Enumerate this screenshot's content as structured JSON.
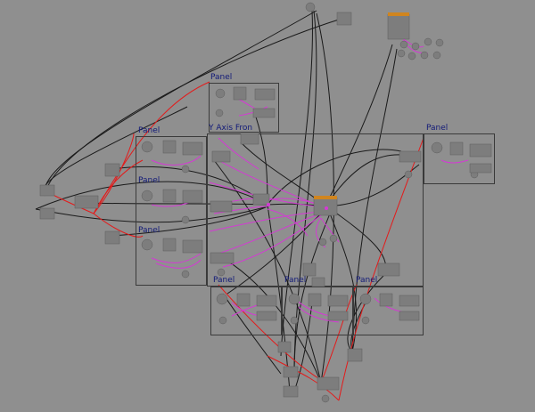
{
  "panels": [
    {
      "id": "panel-top",
      "label": "Panel"
    },
    {
      "id": "panel-left-1",
      "label": "Panel"
    },
    {
      "id": "panel-left-2",
      "label": "Panel"
    },
    {
      "id": "panel-left-3",
      "label": "Panel"
    },
    {
      "id": "panel-right",
      "label": "Panel"
    },
    {
      "id": "panel-bottom-1",
      "label": "Panel"
    },
    {
      "id": "panel-bottom-2",
      "label": "Panel"
    },
    {
      "id": "panel-bottom-3",
      "label": "Panel"
    }
  ],
  "center_panel_label": "Y Axis Fron",
  "colors": {
    "background": "#8f8f8f",
    "node_fill": "#7d7d7d",
    "node_dark": "#555555",
    "header_orange": "#d0851f",
    "wire_black": "#1a1a1a",
    "wire_magenta": "#d43ad4",
    "wire_red": "#e41a1a",
    "label_blue": "#121a78"
  }
}
